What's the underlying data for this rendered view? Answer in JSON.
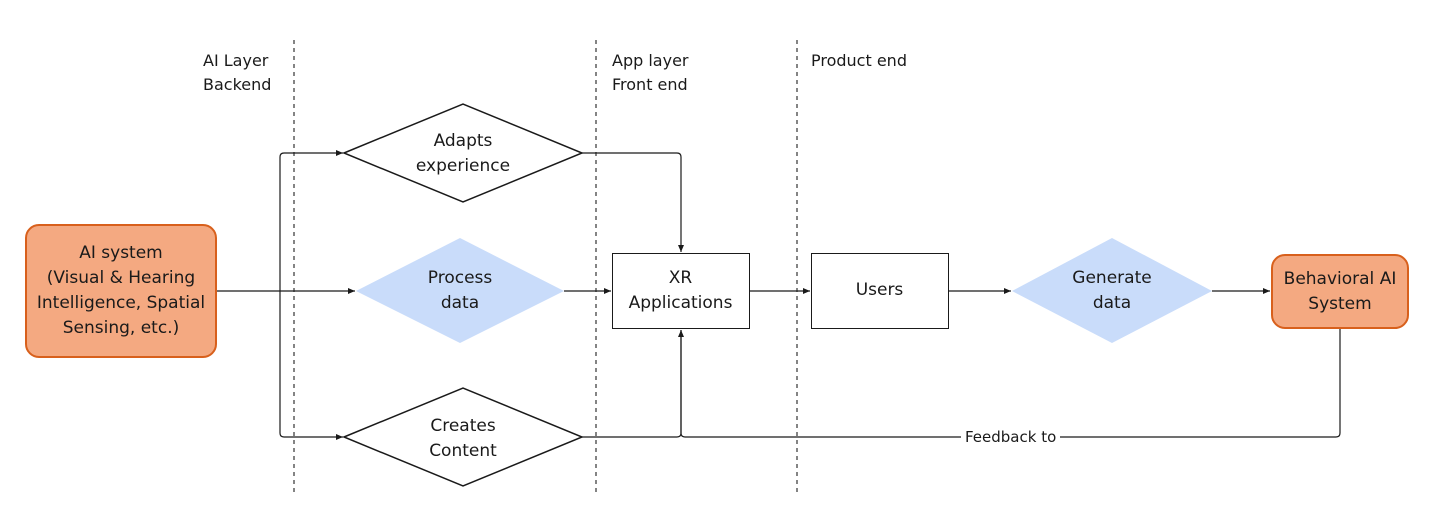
{
  "lanes": {
    "ai_layer": "AI Layer\nBackend",
    "app_layer": "App layer\nFront end",
    "product_end": "Product end"
  },
  "nodes": {
    "ai_system": "AI system\n(Visual & Hearing\nIntelligence, Spatial\nSensing, etc.)",
    "adapts_experience": "Adapts\nexperience",
    "process_data": "Process\ndata",
    "creates_content": "Creates\nContent",
    "xr_applications": "XR\nApplications",
    "users": "Users",
    "generate_data": "Generate\ndata",
    "behavioral_ai": "Behavioral AI\nSystem"
  },
  "edges": {
    "feedback_label": "Feedback to"
  },
  "colors": {
    "orange_fill": "#f4a981",
    "orange_border": "#d8601c",
    "blue_fill": "#c9dcfa",
    "line": "#1a1a1a"
  }
}
